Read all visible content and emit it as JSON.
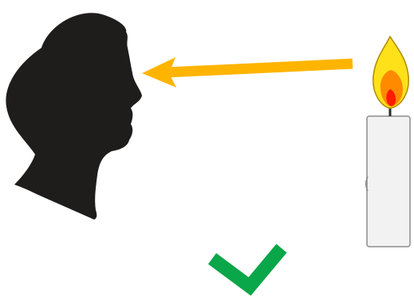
{
  "diagram": {
    "elements": [
      {
        "role": "viewer",
        "icon": "head-silhouette-icon"
      },
      {
        "role": "light-path",
        "icon": "arrow-left-icon",
        "direction": "candle-to-eye"
      },
      {
        "role": "light-source",
        "icon": "lit-candle-icon"
      },
      {
        "role": "verdict",
        "icon": "checkmark-icon",
        "state": "correct"
      }
    ]
  },
  "colors": {
    "background": "#ffffff",
    "silhouette": "#1f1d1c",
    "arrow": "#ffb400",
    "flame_outer": "#ffe11a",
    "flame_outline": "#b08a00",
    "flame_middle": "#ff8a00",
    "flame_inner": "#ff1a00",
    "wick": "#2a2a2a",
    "candle_body": "#f2f2f2",
    "candle_outline": "#8c8c8c",
    "checkmark": "#0aa64a"
  }
}
